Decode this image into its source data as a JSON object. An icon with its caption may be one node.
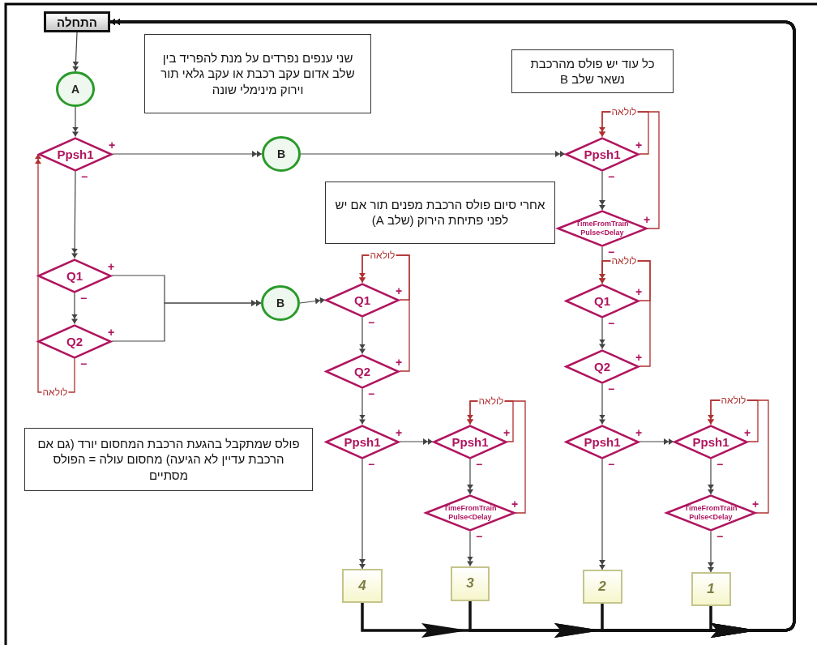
{
  "diagram": {
    "nodes": [
      {
        "text": [
          "התחלה"
        ]
      },
      {
        "text": [
          "A"
        ]
      },
      {
        "text": [
          "Ppsh1"
        ]
      },
      {
        "text": [
          "B"
        ]
      },
      {
        "text": [
          "Q1"
        ]
      },
      {
        "text": [
          "Q2"
        ]
      },
      {
        "text": [
          "B"
        ]
      },
      {
        "text": [
          "Q1"
        ]
      },
      {
        "text": [
          "Q2"
        ]
      },
      {
        "text": [
          "Ppsh1"
        ]
      },
      {
        "text": [
          "Ppsh1"
        ]
      },
      {
        "text": [
          "TimeFromTrain Pulse<Delay"
        ]
      },
      {
        "text": [
          "4"
        ]
      },
      {
        "text": [
          "3"
        ]
      },
      {
        "text": [
          "Ppsh1"
        ]
      },
      {
        "text": [
          "TimeFromTrain Pulse<Delay"
        ]
      },
      {
        "text": [
          "Q1"
        ]
      },
      {
        "text": [
          "Q2"
        ]
      },
      {
        "text": [
          "Ppsh1"
        ]
      },
      {
        "text": [
          "Ppsh1"
        ]
      },
      {
        "text": [
          "TimeFromTrain Pulse<Delay"
        ]
      },
      {
        "text": [
          "2"
        ]
      },
      {
        "text": [
          "1"
        ]
      },
      {
        "text": [
          "שני ענפים נפרדים על מנת להפריד בין שלב אדום עקב רכבת או עקב גלאי תור וירוק מינימלי שונה"
        ]
      },
      {
        "text": [
          "כל עוד יש פולס מהרכבת נשאר שלב B"
        ]
      },
      {
        "text": [
          "אחרי סיום פולס הרכבת מפנים תור אם יש לפני פתיחת הירוק (שלב A)"
        ]
      },
      {
        "text": [
          "פולס שמתקבל בהגעת הרכבת המחסום יורד (גם אם הרכבת עדיין לא הגיעה) מחסום עולה = הפולס מסתיים"
        ]
      }
    ],
    "edges": [
      {
        "from": 0,
        "to": 1,
        "arrow": "to"
      },
      {
        "from": 1,
        "to": 2,
        "arrow": "to"
      },
      {
        "from": 2,
        "to": 3,
        "arrow": "to"
      },
      {
        "from": 3,
        "to": 14,
        "arrow": "to"
      },
      {
        "from": 2,
        "to": 4,
        "arrow": "to"
      },
      {
        "from": 4,
        "to": 5,
        "arrow": "to"
      },
      {
        "from": 4,
        "to": 6,
        "arrow": "to"
      },
      {
        "from": 5,
        "to": 6,
        "arrow": "to"
      },
      {
        "from": 5,
        "to": 2,
        "arrow": "to",
        "label": "לולאה",
        "color": "#b03030"
      },
      {
        "from": 6,
        "to": 7,
        "arrow": "to"
      },
      {
        "from": 7,
        "to": 8,
        "arrow": "to"
      },
      {
        "from": 7,
        "to": 7,
        "arrow": "to",
        "label": "לולאה",
        "color": "#b03030"
      },
      {
        "from": 8,
        "to": 7,
        "arrow": "to",
        "color": "#b03030"
      },
      {
        "from": 8,
        "to": 9,
        "arrow": "to"
      },
      {
        "from": 9,
        "to": 10,
        "arrow": "to"
      },
      {
        "from": 9,
        "to": 12,
        "arrow": "to"
      },
      {
        "from": 10,
        "to": 11,
        "arrow": "to"
      },
      {
        "from": 10,
        "to": 10,
        "arrow": "to",
        "label": "לולאה",
        "color": "#b03030"
      },
      {
        "from": 11,
        "to": 10,
        "arrow": "to",
        "color": "#b03030"
      },
      {
        "from": 11,
        "to": 13,
        "arrow": "to"
      },
      {
        "from": 14,
        "to": 14,
        "arrow": "to",
        "label": "לולאה",
        "color": "#b03030"
      },
      {
        "from": 15,
        "to": 14,
        "arrow": "to",
        "color": "#b03030"
      },
      {
        "from": 14,
        "to": 15,
        "arrow": "to"
      },
      {
        "from": 15,
        "to": 16,
        "arrow": "to"
      },
      {
        "from": 16,
        "to": 16,
        "arrow": "to",
        "label": "לולאה",
        "color": "#b03030"
      },
      {
        "from": 17,
        "to": 16,
        "arrow": "to",
        "color": "#b03030"
      },
      {
        "from": 16,
        "to": 17,
        "arrow": "to"
      },
      {
        "from": 17,
        "to": 18,
        "arrow": "to"
      },
      {
        "from": 18,
        "to": 19,
        "arrow": "to"
      },
      {
        "from": 18,
        "to": 21,
        "arrow": "to"
      },
      {
        "from": 19,
        "to": 20,
        "arrow": "to"
      },
      {
        "from": 19,
        "to": 19,
        "arrow": "to",
        "label": "לולאה",
        "color": "#b03030"
      },
      {
        "from": 20,
        "to": 19,
        "arrow": "to",
        "color": "#b03030"
      },
      {
        "from": 20,
        "to": 22,
        "arrow": "to"
      },
      {
        "from": 12,
        "to": 0,
        "arrow": "to",
        "style": "thick"
      },
      {
        "from": 13,
        "to": 0,
        "arrow": "to",
        "style": "thick"
      },
      {
        "from": 21,
        "to": 0,
        "arrow": "to",
        "style": "thick"
      },
      {
        "from": 22,
        "to": 0,
        "arrow": "to",
        "style": "thick"
      }
    ],
    "labels": [
      "+",
      "−",
      "+",
      "−",
      "+",
      "−",
      "+",
      "−",
      "+",
      "−",
      "+",
      "−",
      "+",
      "−",
      "+",
      "−",
      "+",
      "−",
      "+",
      "−",
      "+",
      "−",
      "+",
      "−",
      "+",
      "−",
      "+",
      "−",
      "+",
      "−"
    ]
  }
}
